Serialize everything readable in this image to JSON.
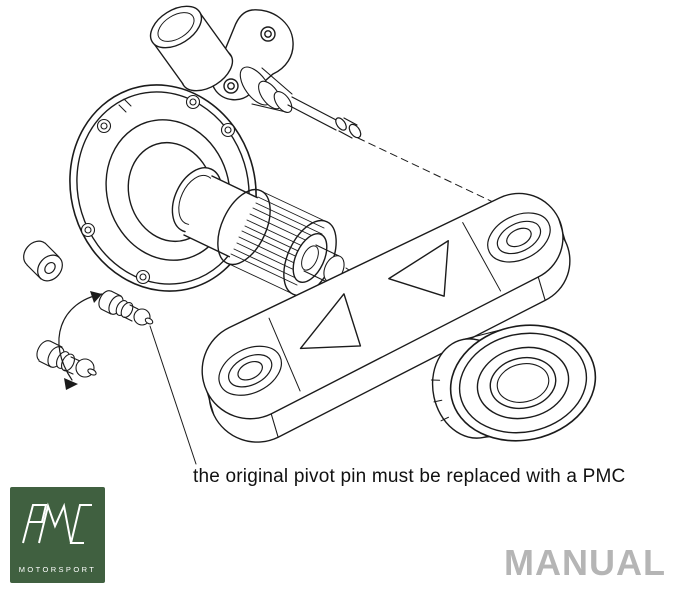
{
  "page": {
    "background": "#ffffff"
  },
  "drawing": {
    "line_color": "#1b1b1b",
    "parts": [
      "slave-cylinder-assembly",
      "mounting-flange",
      "input-shaft-splines",
      "clutch-release-fork",
      "release-bearing",
      "pivot-pin-new",
      "pivot-pin-old",
      "spacer-bushing"
    ],
    "callout": {
      "text": "the original pivot pin must be replaced with a PMC"
    }
  },
  "branding": {
    "logo_monogram": "PMC",
    "logo_subtitle": "MOTORSPORT",
    "logo_bg_color": "#406040",
    "logo_fg_color": "#ffffff"
  },
  "footer": {
    "manual_label": "MANUAL",
    "manual_color": "#b5b5b5"
  }
}
